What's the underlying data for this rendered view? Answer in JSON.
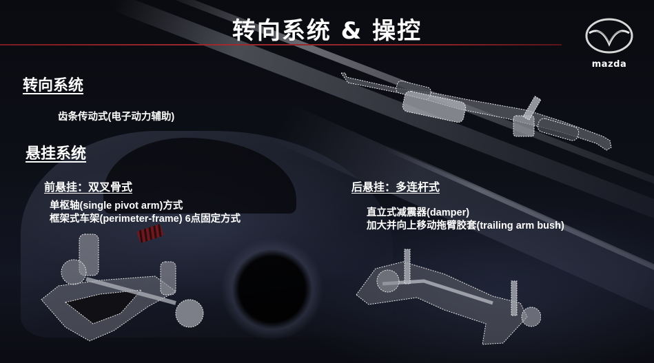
{
  "slide": {
    "title": "转向系统 & 操控",
    "accent_color": "#a02a2e",
    "brand": {
      "name": "mazda",
      "logo_icon": "mazda-wing-emblem"
    }
  },
  "steering": {
    "heading": "转向系统",
    "description": "齿条传动式(电子动力辅助)",
    "image": "rack-and-pinion-steering-gear"
  },
  "suspension": {
    "heading": "悬挂系统",
    "front": {
      "heading": "前悬挂：双叉骨式",
      "lines": [
        "单枢轴(single pivot arm)方式",
        "框架式车架(perimeter-frame)  6点固定方式"
      ],
      "image": "front-double-wishbone-suspension"
    },
    "rear": {
      "heading": "后悬挂：多连杆式",
      "lines": [
        "直立式减震器(damper)",
        "加大并向上移动拖臂胶套(trailing arm bush)"
      ],
      "image": "rear-multi-link-suspension"
    }
  }
}
